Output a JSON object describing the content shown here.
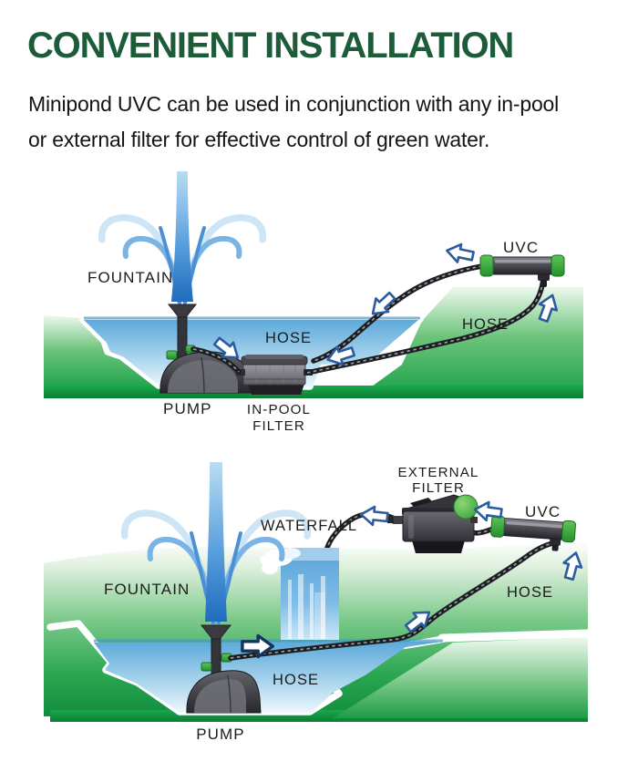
{
  "header": {
    "title": "CONVENIENT INSTALLATION",
    "subtitle_line1": "Minipond UVC can be used in conjunction with any in-pool",
    "subtitle_line2": "or external filter for effective control of green water."
  },
  "diagram_top": {
    "labels": {
      "fountain": "FOUNTAIN",
      "hose_pump_filter": "HOSE",
      "hose_bank": "HOSE",
      "uvc": "UVC",
      "pump": "PUMP",
      "filter_line1": "IN-POOL",
      "filter_line2": "FILTER"
    }
  },
  "diagram_bottom": {
    "labels": {
      "external_line1": "EXTERNAL",
      "external_line2": "FILTER",
      "uvc": "UVC",
      "waterfall": "WATERFALL",
      "fountain": "FOUNTAIN",
      "hose_bank": "HOSE",
      "hose_pond": "HOSE",
      "pump": "PUMP"
    }
  },
  "colors": {
    "title_green": "#1d5c38",
    "body_text": "#141414",
    "label_ink": "#1c1c1c",
    "water_blue": "#5da9da",
    "grass_green": "#2ca852",
    "grass_dark": "#0d8a38",
    "hose_dark": "#1c1e22",
    "arrow_outline": "#2c5c9e",
    "arrow_fill": "#ffffff",
    "uvc_cap_green": "#3fae45",
    "fountain_blue": "#2277cc"
  }
}
